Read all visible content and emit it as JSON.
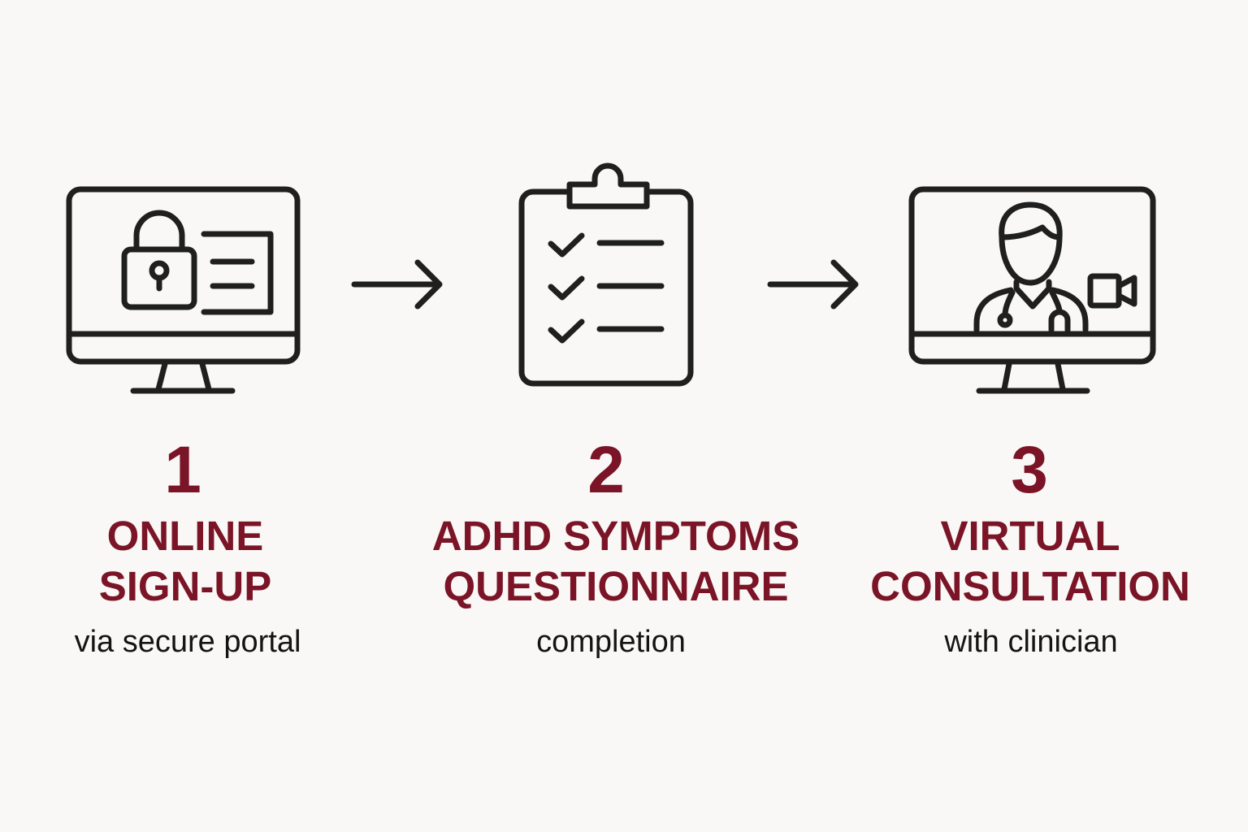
{
  "diagram": {
    "type": "process-flow",
    "accent_color": "#7a1426",
    "text_color": "#141414",
    "icon_color": "#1f1f1f",
    "background_color": "#f9f8f6",
    "steps": [
      {
        "number": "1",
        "title_line1": "ONLINE",
        "title_line2": "SIGN-UP",
        "subtitle": "via secure portal",
        "icon": "monitor-with-padlock-and-form-icon"
      },
      {
        "number": "2",
        "title_line1": "ADHD SYMPTOMS",
        "title_line2": "QUESTIONNAIRE",
        "subtitle": "completion",
        "icon": "clipboard-checklist-icon"
      },
      {
        "number": "3",
        "title_line1": "VIRTUAL",
        "title_line2": "CONSULTATION",
        "subtitle": "with clinician",
        "icon": "monitor-with-doctor-video-icon"
      }
    ],
    "connectors": [
      {
        "from": "1",
        "to": "2",
        "icon": "arrow-right-icon"
      },
      {
        "from": "2",
        "to": "3",
        "icon": "arrow-right-icon"
      }
    ]
  }
}
